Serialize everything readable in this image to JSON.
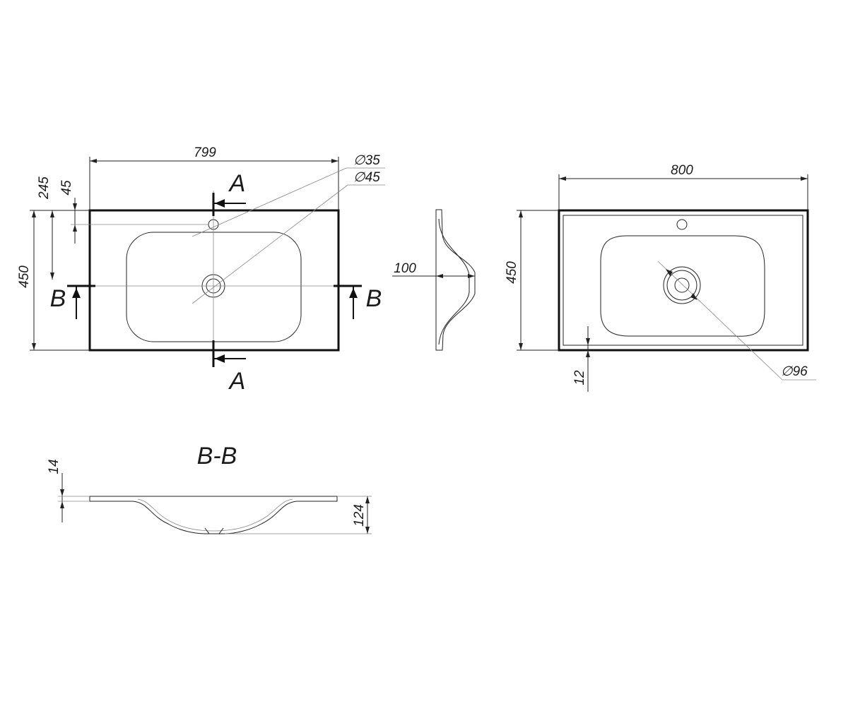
{
  "drawing": {
    "top_view": {
      "width_label": "799",
      "height_label": "450",
      "offset_245_label": "245",
      "offset_45_label": "45",
      "hole_small_label": "35",
      "hole_large_label": "45",
      "section_a_top": "A",
      "section_a_bottom": "A",
      "section_b_left": "B",
      "section_b_right": "B"
    },
    "side_profile": {
      "depth_label": "100"
    },
    "bottom_view": {
      "width_label": "800",
      "height_label": "450",
      "rim_label": "12",
      "drain_label": "96"
    },
    "section_bb": {
      "title": "B-B",
      "thickness_label": "14",
      "height_label": "124"
    },
    "diameter_symbol": "∅"
  }
}
